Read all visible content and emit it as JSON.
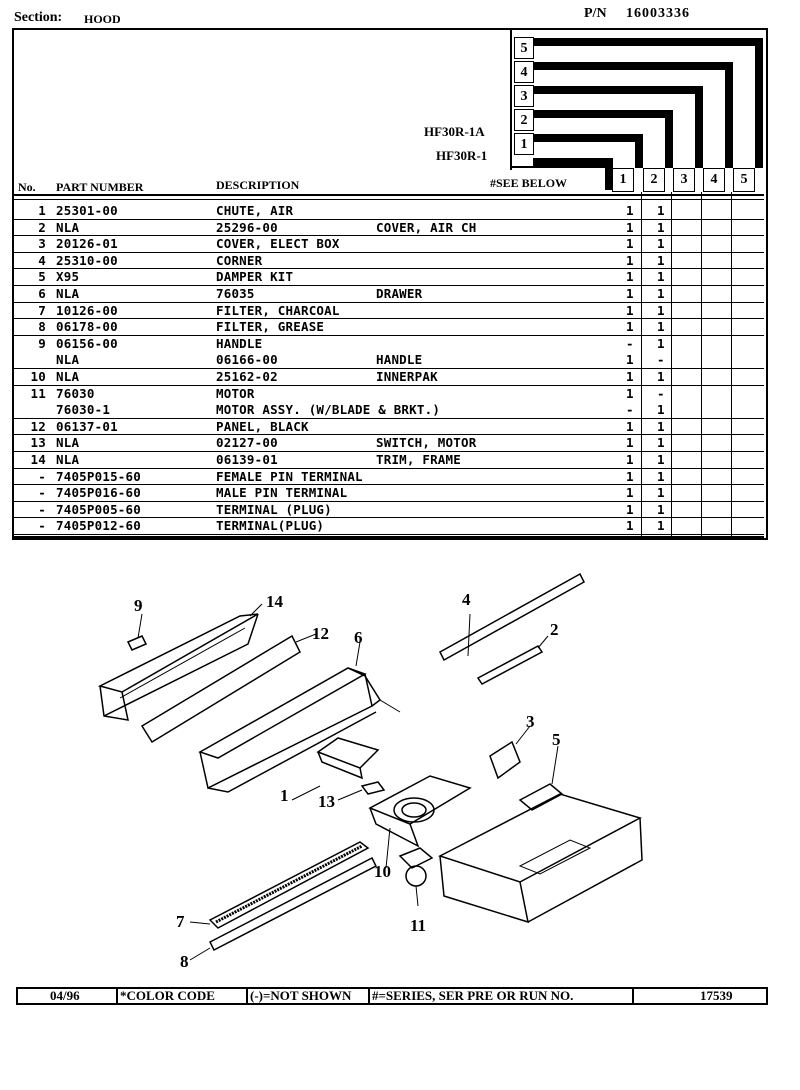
{
  "header": {
    "section_label": "Section:",
    "section_value": "HOOD",
    "pn_label": "P/N",
    "pn_value": "16003336"
  },
  "series": {
    "models": [
      "HF30R-1A",
      "HF30R-1"
    ],
    "boxes": [
      "5",
      "4",
      "3",
      "2",
      "1"
    ],
    "col_numbers": [
      "1",
      "2",
      "3",
      "4",
      "5"
    ]
  },
  "columns": {
    "no": "No.",
    "part_number": "PART NUMBER",
    "description": "DESCRIPTION",
    "see_below": "#SEE BELOW"
  },
  "parts": [
    {
      "no": "1",
      "part": "25301-00",
      "desc": "CHUTE, AIR",
      "desc2": "",
      "c1": "1",
      "c2": "1"
    },
    {
      "no": "2",
      "part": "NLA",
      "desc": "25296-00",
      "desc2": "COVER, AIR CH",
      "c1": "1",
      "c2": "1"
    },
    {
      "no": "3",
      "part": "20126-01",
      "desc": "COVER, ELECT BOX",
      "desc2": "",
      "c1": "1",
      "c2": "1"
    },
    {
      "no": "4",
      "part": "25310-00",
      "desc": "CORNER",
      "desc2": "",
      "c1": "1",
      "c2": "1"
    },
    {
      "no": "5",
      "part": "X95",
      "desc": "DAMPER KIT",
      "desc2": "",
      "c1": "1",
      "c2": "1"
    },
    {
      "no": "6",
      "part": "NLA",
      "desc": "76035",
      "desc2": "DRAWER",
      "c1": "1",
      "c2": "1"
    },
    {
      "no": "7",
      "part": "10126-00",
      "desc": "FILTER, CHARCOAL",
      "desc2": "",
      "c1": "1",
      "c2": "1"
    },
    {
      "no": "8",
      "part": "06178-00",
      "desc": "FILTER, GREASE",
      "desc2": "",
      "c1": "1",
      "c2": "1"
    },
    {
      "no": "9",
      "part": "06156-00",
      "desc": "HANDLE",
      "desc2": "",
      "c1": "-",
      "c2": "1"
    },
    {
      "no": "",
      "part": "NLA",
      "desc": "06166-00",
      "desc2": "HANDLE",
      "c1": "1",
      "c2": "-"
    },
    {
      "no": "10",
      "part": "NLA",
      "desc": "25162-02",
      "desc2": "INNERPAK",
      "c1": "1",
      "c2": "1"
    },
    {
      "no": "11",
      "part": "76030",
      "desc": "MOTOR",
      "desc2": "",
      "c1": "1",
      "c2": "-"
    },
    {
      "no": "",
      "part": "76030-1",
      "desc": "MOTOR ASSY. (W/BLADE & BRKT.)",
      "desc2": "",
      "c1": "-",
      "c2": "1"
    },
    {
      "no": "12",
      "part": "06137-01",
      "desc": "PANEL, BLACK",
      "desc2": "",
      "c1": "1",
      "c2": "1"
    },
    {
      "no": "13",
      "part": "NLA",
      "desc": "02127-00",
      "desc2": "SWITCH, MOTOR",
      "c1": "1",
      "c2": "1"
    },
    {
      "no": "14",
      "part": "NLA",
      "desc": "06139-01",
      "desc2": "TRIM, FRAME",
      "c1": "1",
      "c2": "1"
    },
    {
      "no": "-",
      "part": "7405P015-60",
      "desc": "FEMALE PIN TERMINAL",
      "desc2": "",
      "c1": "1",
      "c2": "1"
    },
    {
      "no": "-",
      "part": "7405P016-60",
      "desc": "MALE PIN TERMINAL",
      "desc2": "",
      "c1": "1",
      "c2": "1"
    },
    {
      "no": "-",
      "part": "7405P005-60",
      "desc": "TERMINAL (PLUG)",
      "desc2": "",
      "c1": "1",
      "c2": "1"
    },
    {
      "no": "-",
      "part": "7405P012-60",
      "desc": "TERMINAL(PLUG)",
      "desc2": "",
      "c1": "1",
      "c2": "1"
    }
  ],
  "callouts": [
    "1",
    "2",
    "3",
    "4",
    "5",
    "6",
    "7",
    "8",
    "9",
    "10",
    "11",
    "12",
    "13",
    "14"
  ],
  "footer": {
    "date": "04/96",
    "color_code": "*COLOR CODE",
    "not_shown": "(-)=NOT SHOWN",
    "series_note": "#=SERIES, SER PRE OR RUN NO.",
    "doc_number": "17539"
  }
}
